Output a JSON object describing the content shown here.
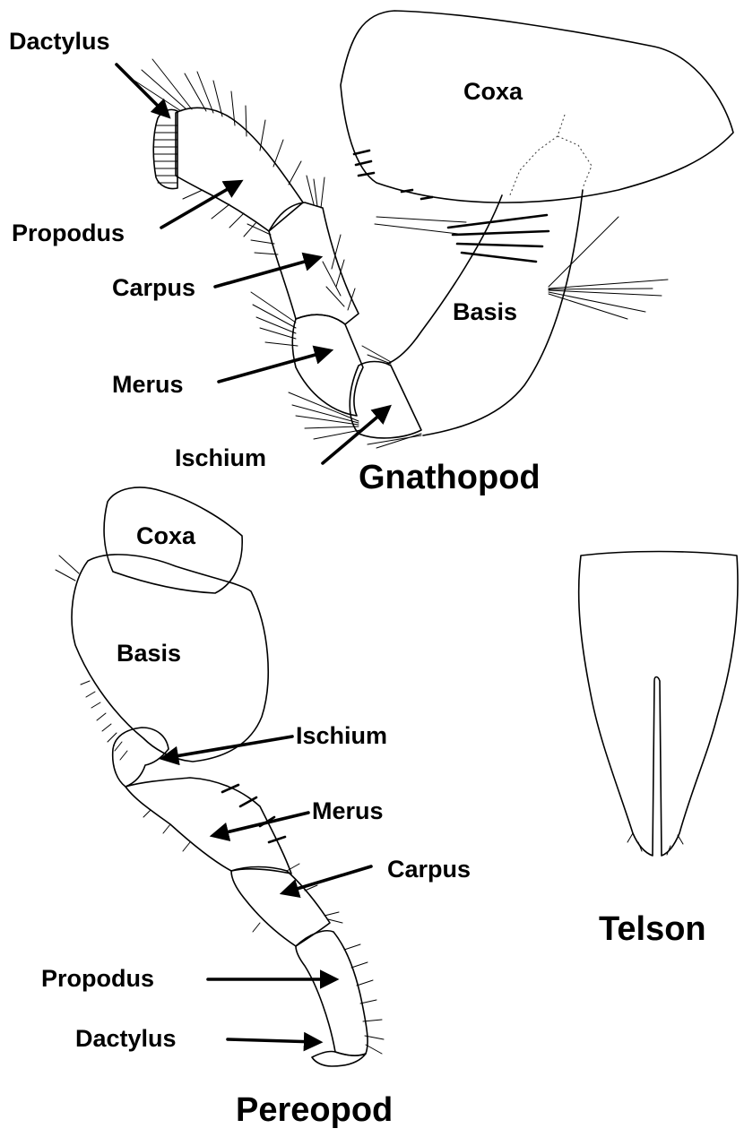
{
  "gnathopod": {
    "title": "Gnathopod",
    "labels": {
      "dactylus": "Dactylus",
      "coxa": "Coxa",
      "propodus": "Propodus",
      "carpus": "Carpus",
      "basis": "Basis",
      "merus": "Merus",
      "ischium": "Ischium"
    }
  },
  "pereopod": {
    "title": "Pereopod",
    "labels": {
      "coxa": "Coxa",
      "basis": "Basis",
      "ischium": "Ischium",
      "merus": "Merus",
      "carpus": "Carpus",
      "propodus": "Propodus",
      "dactylus": "Dactylus"
    }
  },
  "telson": {
    "title": "Telson"
  },
  "colors": {
    "ink": "#000000",
    "background": "#ffffff"
  }
}
